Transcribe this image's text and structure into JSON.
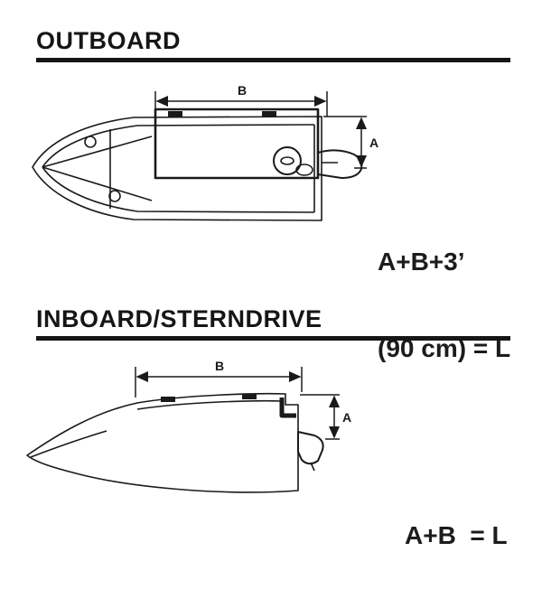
{
  "outboard": {
    "title": "OUTBOARD",
    "dim_b": "B",
    "dim_a": "A",
    "formula_line1": "A+B+3’",
    "formula_line2": "(90 cm) = L"
  },
  "inboard": {
    "title": "INBOARD/STERNDRIVE",
    "dim_b": "B",
    "dim_a": "A",
    "formula": "A+B  = L"
  },
  "colors": {
    "ink": "#1a1a1a",
    "rule": "#161616",
    "background": "#ffffff"
  }
}
